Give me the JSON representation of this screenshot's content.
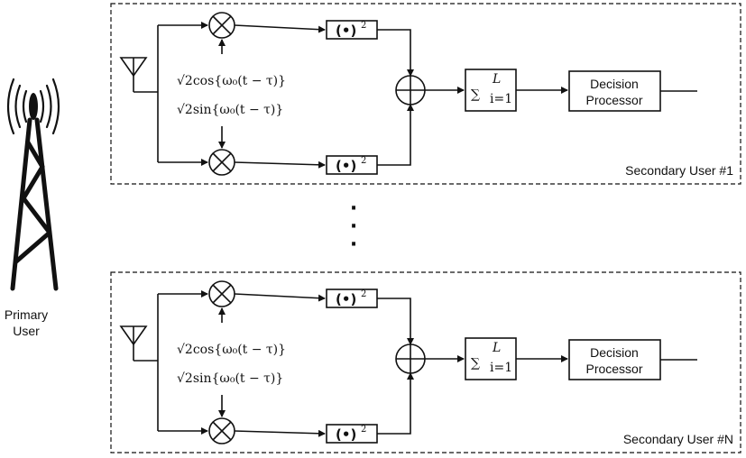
{
  "primary_user": {
    "line1": "Primary",
    "line2": "User"
  },
  "ellipsis": [
    "·",
    "·",
    "·"
  ],
  "users": [
    {
      "label": "Secondary User #1",
      "cos_signal": "√2cos{ω₀(t − τ)}",
      "sin_signal": "√2sin{ω₀(t − τ)}",
      "square_block": "(•)",
      "square_exp": "2",
      "sum_symbol": "∑",
      "sum_upper": "L",
      "sum_lower": "i=1",
      "decision_line1": "Decision",
      "decision_line2": "Processor"
    },
    {
      "label": "Secondary User #N",
      "cos_signal": "√2cos{ω₀(t − τ)}",
      "sin_signal": "√2sin{ω₀(t − τ)}",
      "square_block": "(•)",
      "square_exp": "2",
      "sum_symbol": "∑",
      "sum_upper": "L",
      "sum_lower": "i=1",
      "decision_line1": "Decision",
      "decision_line2": "Processor"
    }
  ]
}
